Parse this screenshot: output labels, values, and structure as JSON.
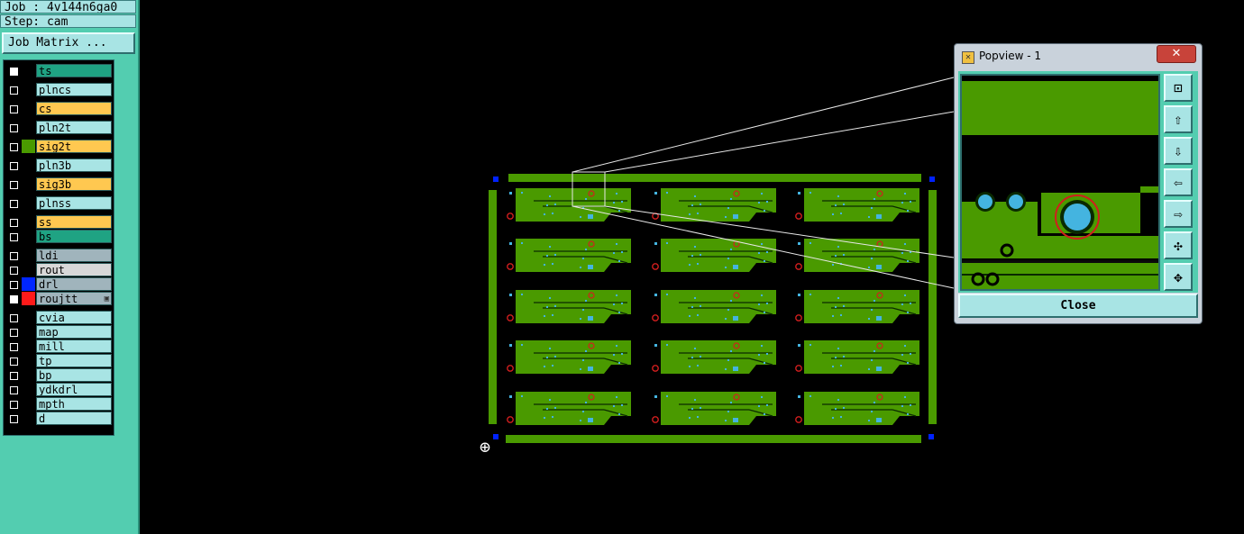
{
  "sidebar": {
    "job_label": "Job : 4v144n6ga0",
    "step_label": "Step: cam",
    "job_matrix_button": "Job Matrix ...",
    "layers": [
      {
        "name": "ts",
        "color": "#1fa383",
        "active": true
      },
      {
        "name": "plncs",
        "color": "#a8e4e4",
        "active": false
      },
      {
        "name": "cs",
        "color": "#ffc850",
        "active": false
      },
      {
        "name": "pln2t",
        "color": "#a8e4e4",
        "active": false
      },
      {
        "name": "sig2t",
        "color": "#ffc850",
        "active": false,
        "swatch": "#4a9a00"
      },
      {
        "name": "pln3b",
        "color": "#a8e4e4",
        "active": false
      },
      {
        "name": "sig3b",
        "color": "#ffc850",
        "active": false
      },
      {
        "name": "plnss",
        "color": "#a8e4e4",
        "active": false
      },
      {
        "name": "ss",
        "color": "#ffc850",
        "active": false
      },
      {
        "name": "bs",
        "color": "#1fa383",
        "active": false
      },
      {
        "name": "ldi",
        "color": "#a0b4bc",
        "active": false
      },
      {
        "name": "rout",
        "color": "#d8d8d8",
        "active": false
      },
      {
        "name": "drl",
        "color": "#a0b4bc",
        "active": false,
        "swatch": "#0026ff"
      },
      {
        "name": "roujtt",
        "color": "#a0b4bc",
        "active": true,
        "swatch": "#ff1a1a",
        "mark": "▣"
      },
      {
        "name": "cvia",
        "color": "#a8e4e4",
        "active": false
      },
      {
        "name": "map",
        "color": "#a8e4e4",
        "active": false
      },
      {
        "name": "mill",
        "color": "#a8e4e4",
        "active": false
      },
      {
        "name": "tp",
        "color": "#a8e4e4",
        "active": false
      },
      {
        "name": "bp",
        "color": "#a8e4e4",
        "active": false
      },
      {
        "name": "ydkdrl",
        "color": "#a8e4e4",
        "active": false
      },
      {
        "name": "mpth",
        "color": "#a8e4e4",
        "active": false
      },
      {
        "name": "d",
        "color": "#a8e4e4",
        "active": false
      }
    ]
  },
  "popview": {
    "title": "Popview - 1",
    "close_x": "✕",
    "close_button": "Close",
    "tools": [
      {
        "icon": "zoom-fit-icon",
        "glyph": "⊡"
      },
      {
        "icon": "pan-up-icon",
        "glyph": "⇧"
      },
      {
        "icon": "pan-down-icon",
        "glyph": "⇩"
      },
      {
        "icon": "pan-left-icon",
        "glyph": "⇦"
      },
      {
        "icon": "pan-right-icon",
        "glyph": "⇨"
      },
      {
        "icon": "zoom-out-icon",
        "glyph": "✣"
      },
      {
        "icon": "zoom-in-icon",
        "glyph": "✥"
      }
    ]
  },
  "colors": {
    "background": "#000000",
    "panel": "#53cdb0",
    "copper": "#4a9a00",
    "pad": "#44b4e0",
    "via_ring": "#d21e1e",
    "fiducial": "#0022ff",
    "button_face": "#a8e4e4"
  },
  "canvas": {
    "panel_grid": {
      "rows": 5,
      "cols": 3
    }
  }
}
